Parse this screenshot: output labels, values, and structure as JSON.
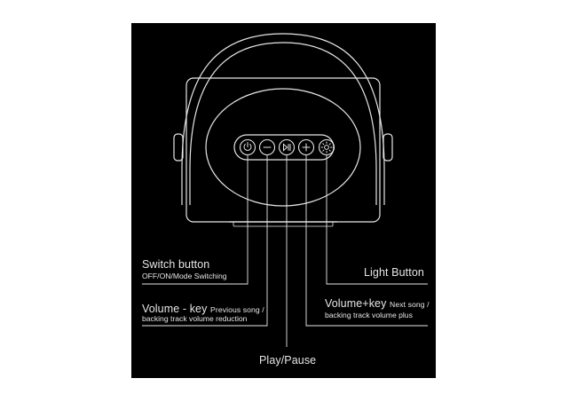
{
  "colors": {
    "background": "#000000",
    "line": "#e6e6e6",
    "page": "#ffffff"
  },
  "controls": [
    {
      "icon": "power-icon"
    },
    {
      "icon": "minus-icon"
    },
    {
      "icon": "play-pause-icon"
    },
    {
      "icon": "plus-icon"
    },
    {
      "icon": "light-icon"
    }
  ],
  "labels": {
    "switch": {
      "title": "Switch button",
      "sub": "OFF/ON/Mode Switching"
    },
    "volume_minus": {
      "title": "Volume - key",
      "sub1": "Previous song /",
      "sub2": "backing track volume reduction"
    },
    "play": {
      "title": "Play/Pause"
    },
    "volume_plus": {
      "title": "Volume+key",
      "sub1": "Next song /",
      "sub2": "backing track volume plus"
    },
    "light": {
      "title": "Light Button"
    }
  }
}
